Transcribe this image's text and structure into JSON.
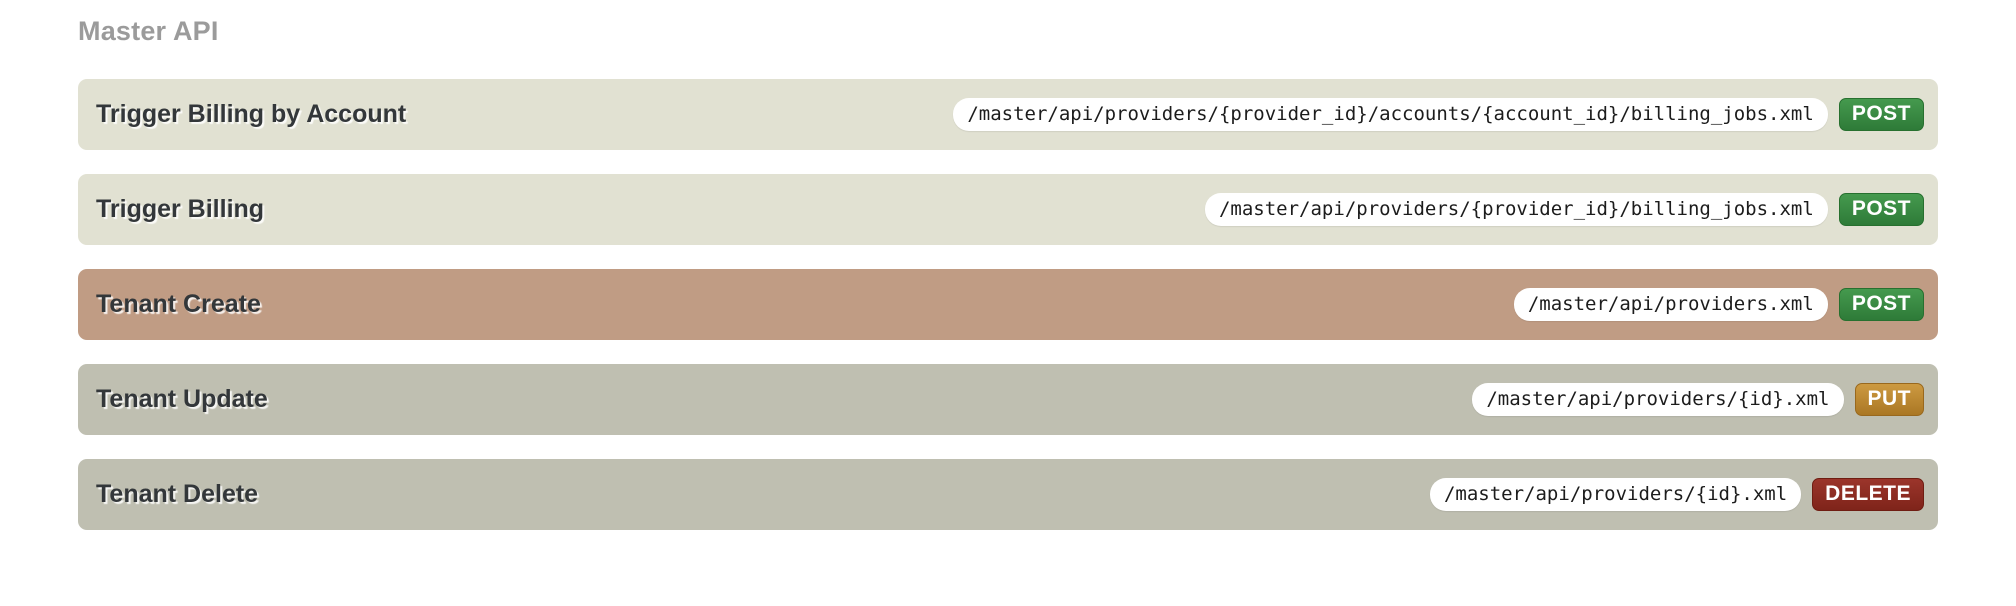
{
  "page": {
    "heading": "Master API"
  },
  "colors": {
    "row_light_bg": "#e1e1d2",
    "row_tan_bg": "#c09c84",
    "row_gray_bg": "#bfbfb1",
    "method_post": "#37883f",
    "method_put": "#bc8730",
    "method_delete": "#8d2a20",
    "path_pill_bg": "#ffffff",
    "heading_text": "#9b9b9b"
  },
  "endpoints": [
    {
      "name": "Trigger Billing by Account",
      "path": "/master/api/providers/{provider_id}/accounts/{account_id}/billing_jobs.xml",
      "method": "POST",
      "row_style": "light"
    },
    {
      "name": "Trigger Billing",
      "path": "/master/api/providers/{provider_id}/billing_jobs.xml",
      "method": "POST",
      "row_style": "light"
    },
    {
      "name": "Tenant Create",
      "path": "/master/api/providers.xml",
      "method": "POST",
      "row_style": "tan"
    },
    {
      "name": "Tenant Update",
      "path": "/master/api/providers/{id}.xml",
      "method": "PUT",
      "row_style": "gray"
    },
    {
      "name": "Tenant Delete",
      "path": "/master/api/providers/{id}.xml",
      "method": "DELETE",
      "row_style": "gray"
    }
  ]
}
